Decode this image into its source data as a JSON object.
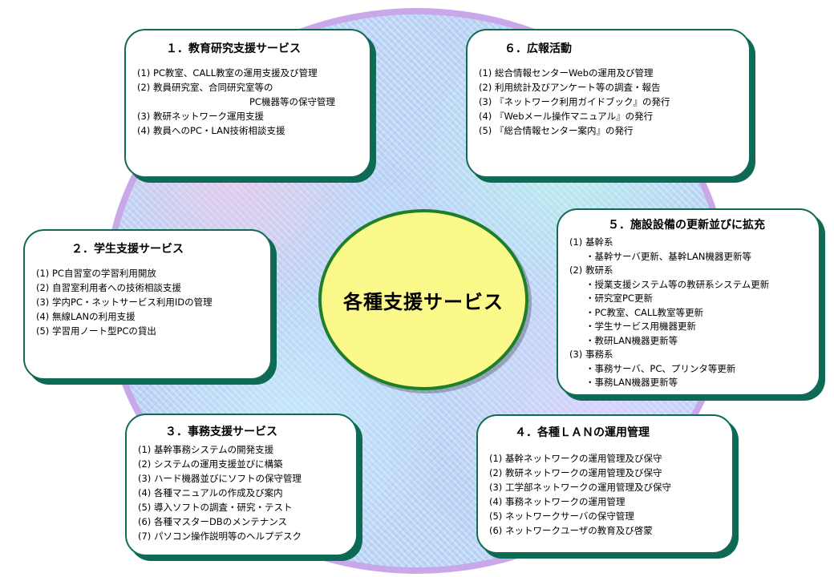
{
  "center": {
    "title": "各種支援サービス"
  },
  "boxes": {
    "education": {
      "title": "１．教育研究支援サービス",
      "items": [
        "(1) PC教室、CALL教室の運用支援及び管理",
        "(2) 教員研究室、合同研究室等の",
        "PC機器等の保守管理",
        "(3) 教研ネットワーク運用支援",
        "(4) 教員へのPC・LAN技術相談支援"
      ]
    },
    "pr": {
      "title": "６．広報活動",
      "items": [
        "(1) 総合情報センターWebの運用及び管理",
        "(2) 利用統計及びアンケート等の調査・報告",
        "(3) 『ネットワーク利用ガイドブック』の発行",
        "(4) 『Webメール操作マニュアル』の発行",
        "(5) 『総合情報センター案内』の発行"
      ]
    },
    "student": {
      "title": "２．学生支援サービス",
      "items": [
        "(1) PC自習室の学習利用開放",
        "(2) 自習室利用者への技術相談支援",
        "(3) 学内PC・ネットサービス利用IDの管理",
        "(4) 無線LANの利用支援",
        "(5) 学習用ノート型PCの貸出"
      ]
    },
    "facility": {
      "title": "５．施設設備の更新並びに拡充",
      "items": [
        "(1) 基幹系",
        "・基幹サーバ更新、基幹LAN機器更新等",
        "(2) 教研系",
        "・授業支援システム等の教研系システム更新",
        "・研究室PC更新",
        "・PC教室、CALL教室等更新",
        "・学生サービス用機器更新",
        "・教研LAN機器更新等",
        "(3) 事務系",
        "・事務サーバ、PC、プリンタ等更新",
        "・事務LAN機器更新等"
      ]
    },
    "office": {
      "title": "３．事務支援サービス",
      "items": [
        "(1) 基幹事務システムの開発支援",
        "(2) システムの運用支援並びに構築",
        "(3) ハード機器並びにソフトの保守管理",
        "(4) 各種マニュアルの作成及び案内",
        "(5) 導入ソフトの調査・研究・テスト",
        "(6) 各種マスターDBのメンテナンス",
        "(7) パソコン操作説明等のヘルプデスク"
      ]
    },
    "lan": {
      "title": "４．各種ＬＡＮの運用管理",
      "items": [
        "(1) 基幹ネットワークの運用管理及び保守",
        "(2) 教研ネットワークの運用管理及び保守",
        "(3) 工学部ネットワークの運用管理及び保守",
        "(4) 事務ネットワークの運用管理",
        "(5) ネットワークサーバの保守管理",
        "(6) ネットワークユーザの教育及び啓蒙"
      ]
    }
  }
}
